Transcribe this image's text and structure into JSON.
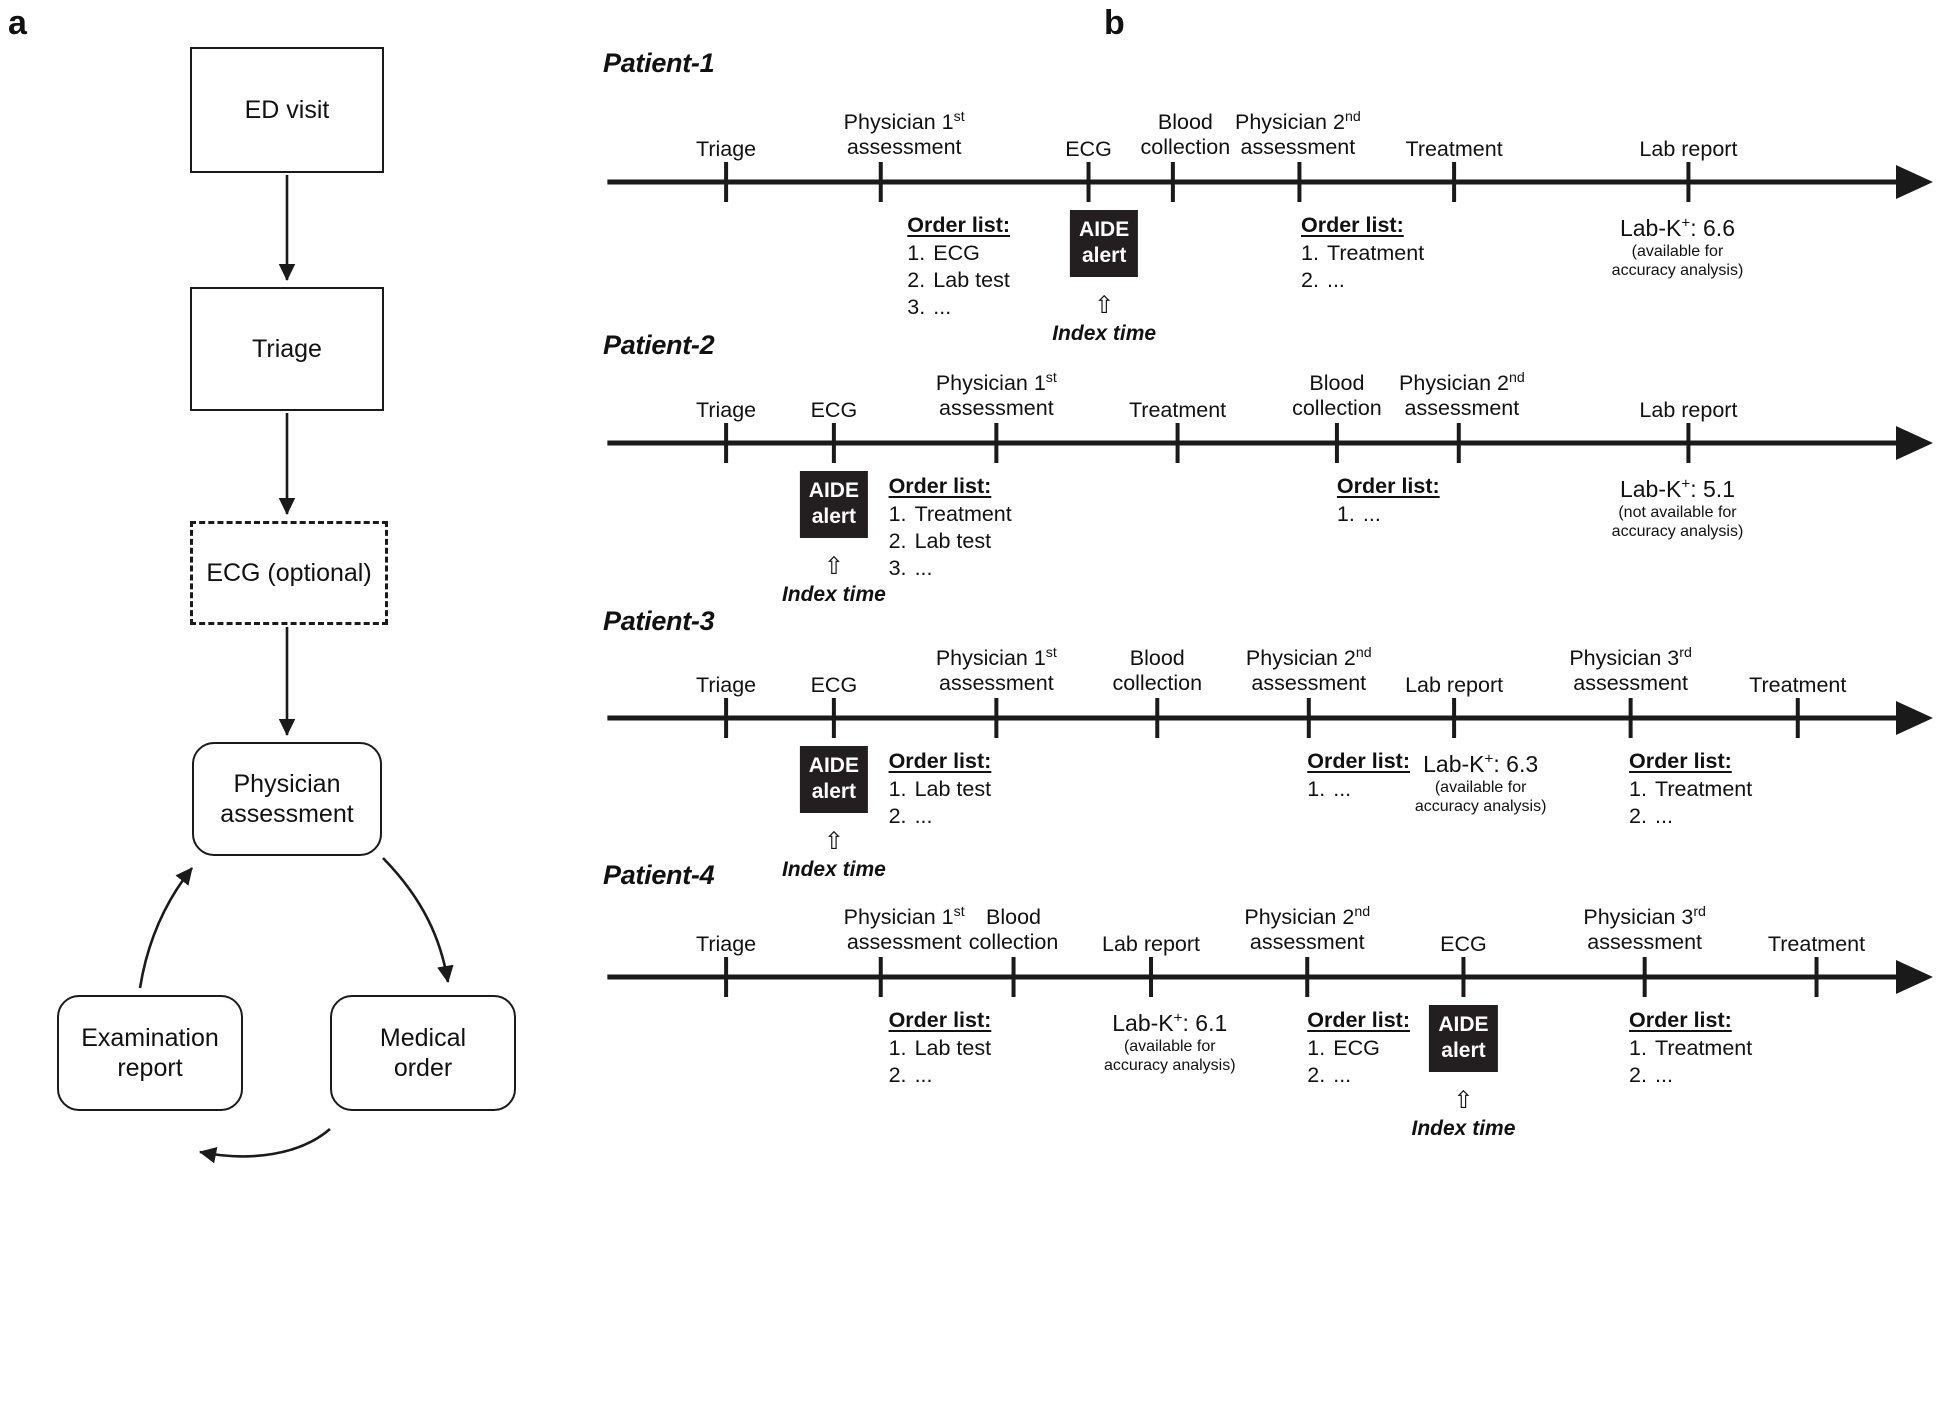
{
  "panels": {
    "a_letter": "a",
    "b_letter": "b"
  },
  "flowchart": {
    "boxes": [
      {
        "id": "ed-visit",
        "label": "ED visit"
      },
      {
        "id": "triage",
        "label": "Triage"
      },
      {
        "id": "ecg",
        "label": "ECG (optional)"
      },
      {
        "id": "physician",
        "label": "Physician\nassessment"
      },
      {
        "id": "exam",
        "label": "Examination\nreport"
      },
      {
        "id": "order",
        "label": "Medical\norder"
      }
    ]
  },
  "common": {
    "order_list_title": "Order list:",
    "index_time_label": "Index time",
    "aide_alert_line1": "AIDE",
    "aide_alert_line2": "alert",
    "available_note": "(available for\naccuracy analysis)",
    "not_available_note": "(not available for\naccuracy analysis)",
    "ellipsis": "..."
  },
  "patients": [
    {
      "title": "Patient-1",
      "events": [
        "Triage",
        "Physician 1st\nassessment",
        "ECG",
        "Blood\ncollection",
        "Physician 2nd\nassessment",
        "Treatment",
        "Lab report"
      ],
      "order_lists": [
        {
          "at_event": 1,
          "items": [
            "ECG",
            "Lab test",
            "..."
          ]
        },
        {
          "at_event": 4,
          "items": [
            "Treatment",
            "..."
          ]
        }
      ],
      "aide_alert_at_event": 2,
      "lab": {
        "at_event": 6,
        "value_label": "Lab-K+: 6.6",
        "value": 6.6,
        "availability": "(available for\naccuracy analysis)"
      }
    },
    {
      "title": "Patient-2",
      "events": [
        "Triage",
        "ECG",
        "Physician 1st\nassessment",
        "Treatment",
        "Blood\ncollection",
        "Physician 2nd\nassessment",
        "Lab report"
      ],
      "order_lists": [
        {
          "at_event": 2,
          "items": [
            "Treatment",
            "Lab test",
            "..."
          ]
        },
        {
          "at_event": 5,
          "items": [
            "..."
          ]
        }
      ],
      "aide_alert_at_event": 1,
      "lab": {
        "at_event": 6,
        "value_label": "Lab-K+: 5.1",
        "value": 5.1,
        "availability": "(not available for\naccuracy analysis)"
      }
    },
    {
      "title": "Patient-3",
      "events": [
        "Triage",
        "ECG",
        "Physician 1st\nassessment",
        "Blood\ncollection",
        "Physician 2nd\nassessment",
        "Lab report",
        "Physician 3rd\nassessment",
        "Treatment"
      ],
      "order_lists": [
        {
          "at_event": 2,
          "items": [
            "Lab test",
            "..."
          ]
        },
        {
          "at_event": 4,
          "items": [
            "..."
          ]
        },
        {
          "at_event": 6,
          "items": [
            "Treatment",
            "..."
          ]
        }
      ],
      "aide_alert_at_event": 1,
      "lab": {
        "at_event": 5,
        "value_label": "Lab-K+: 6.3",
        "value": 6.3,
        "availability": "(available for\naccuracy analysis)"
      }
    },
    {
      "title": "Patient-4",
      "events": [
        "Triage",
        "Physician 1st\nassessment",
        "Blood\ncollection",
        "Lab report",
        "Physician 2nd\nassessment",
        "ECG",
        "Physician 3rd\nassessment",
        "Treatment"
      ],
      "order_lists": [
        {
          "at_event": 1,
          "items": [
            "Lab test",
            "..."
          ]
        },
        {
          "at_event": 4,
          "items": [
            "ECG",
            "..."
          ]
        },
        {
          "at_event": 6,
          "items": [
            "Treatment",
            "..."
          ]
        }
      ],
      "aide_alert_at_event": 5,
      "lab": {
        "at_event": 3,
        "value_label": "Lab-K+: 6.1",
        "value": 6.1,
        "availability": "(available for\naccuracy analysis)"
      }
    }
  ],
  "colors": {
    "ink": "#1a1a1a",
    "alert_bg": "#231f20",
    "alert_text": "#ffffff"
  }
}
